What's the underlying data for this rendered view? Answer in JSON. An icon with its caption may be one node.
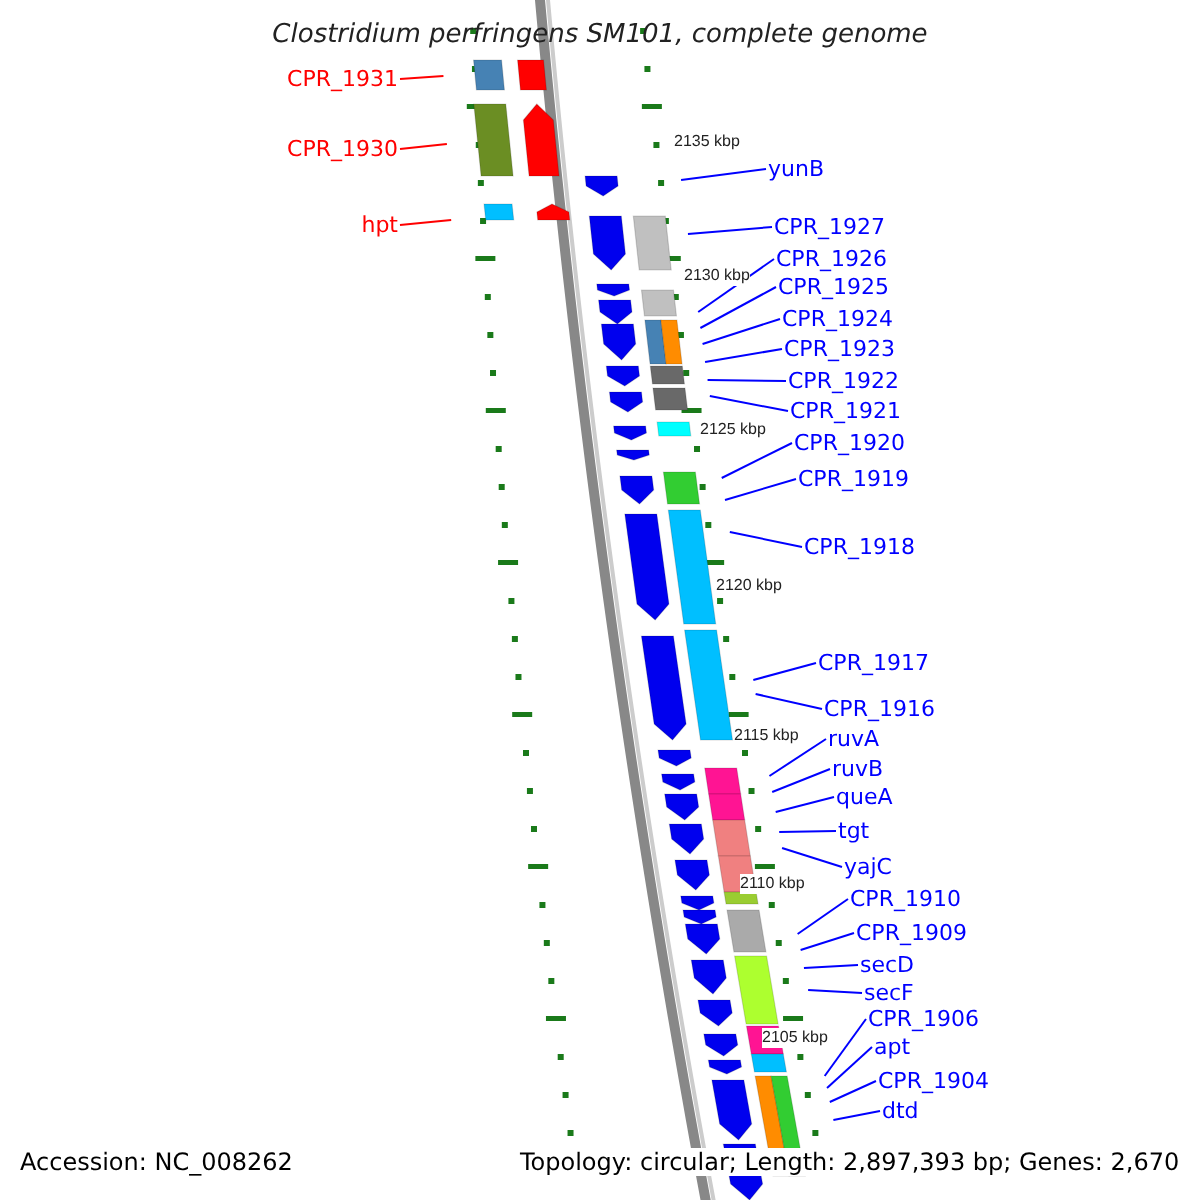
{
  "diagram": {
    "title": "Clostridium perfringens SM101, complete genome",
    "nodes": [
      {
        "text": [
          "CPR_1931"
        ]
      },
      {
        "text": [
          "CPR_1930"
        ]
      },
      {
        "text": [
          "hpt"
        ]
      },
      {
        "text": [
          "yunB"
        ]
      },
      {
        "text": [
          "CPR_1927"
        ]
      },
      {
        "text": [
          "CPR_1926"
        ]
      },
      {
        "text": [
          "CPR_1925"
        ]
      },
      {
        "text": [
          "CPR_1924"
        ]
      },
      {
        "text": [
          "CPR_1923"
        ]
      },
      {
        "text": [
          "CPR_1922"
        ]
      },
      {
        "text": [
          "CPR_1921"
        ]
      },
      {
        "text": [
          "CPR_1920"
        ]
      },
      {
        "text": [
          "CPR_1919"
        ]
      },
      {
        "text": [
          "CPR_1918"
        ]
      },
      {
        "text": [
          "CPR_1917"
        ]
      },
      {
        "text": [
          "CPR_1916"
        ]
      },
      {
        "text": [
          "ruvA"
        ]
      },
      {
        "text": [
          "ruvB"
        ]
      },
      {
        "text": [
          "queA"
        ]
      },
      {
        "text": [
          "tgt"
        ]
      },
      {
        "text": [
          "yajC"
        ]
      },
      {
        "text": [
          "CPR_1910"
        ]
      },
      {
        "text": [
          "CPR_1909"
        ]
      },
      {
        "text": [
          "secD"
        ]
      },
      {
        "text": [
          "secF"
        ]
      },
      {
        "text": [
          "CPR_1906"
        ]
      },
      {
        "text": [
          "apt"
        ]
      },
      {
        "text": [
          "CPR_1904"
        ]
      },
      {
        "text": [
          "dtd"
        ]
      }
    ],
    "edges": [
      {
        "from": 0,
        "to": null,
        "arrow": "none",
        "color": "#ff0000"
      },
      {
        "from": 1,
        "to": null,
        "arrow": "none",
        "color": "#ff0000"
      },
      {
        "from": 2,
        "to": null,
        "arrow": "none",
        "color": "#ff0000"
      },
      {
        "from": 3,
        "to": null,
        "arrow": "none"
      },
      {
        "from": 4,
        "to": null,
        "arrow": "none"
      },
      {
        "from": 5,
        "to": null,
        "arrow": "none"
      },
      {
        "from": 6,
        "to": null,
        "arrow": "none"
      },
      {
        "from": 7,
        "to": null,
        "arrow": "none"
      },
      {
        "from": 8,
        "to": null,
        "arrow": "none"
      },
      {
        "from": 9,
        "to": null,
        "arrow": "none"
      },
      {
        "from": 10,
        "to": null,
        "arrow": "none"
      },
      {
        "from": 11,
        "to": null,
        "arrow": "none"
      },
      {
        "from": 12,
        "to": null,
        "arrow": "none"
      },
      {
        "from": 13,
        "to": null,
        "arrow": "none"
      },
      {
        "from": 14,
        "to": null,
        "arrow": "none"
      },
      {
        "from": 15,
        "to": null,
        "arrow": "none"
      },
      {
        "from": 16,
        "to": null,
        "arrow": "none"
      },
      {
        "from": 17,
        "to": null,
        "arrow": "none"
      },
      {
        "from": 18,
        "to": null,
        "arrow": "none"
      },
      {
        "from": 19,
        "to": null,
        "arrow": "none"
      },
      {
        "from": 20,
        "to": null,
        "arrow": "none"
      },
      {
        "from": 21,
        "to": null,
        "arrow": "none"
      },
      {
        "from": 22,
        "to": null,
        "arrow": "none"
      },
      {
        "from": 23,
        "to": null,
        "arrow": "none"
      },
      {
        "from": 24,
        "to": null,
        "arrow": "none"
      },
      {
        "from": 25,
        "to": null,
        "arrow": "none"
      },
      {
        "from": 26,
        "to": null,
        "arrow": "none"
      },
      {
        "from": 27,
        "to": null,
        "arrow": "none"
      },
      {
        "from": 28,
        "to": null,
        "arrow": "none"
      }
    ],
    "labels": [
      "2135 kbp",
      "2130 kbp",
      "2125 kbp",
      "2120 kbp",
      "2115 kbp",
      "2110 kbp",
      "2105 kbp",
      "Accession: NC_008262",
      "Topology: circular; Length: 2,897,393 bp; Genes: 2,670"
    ]
  }
}
